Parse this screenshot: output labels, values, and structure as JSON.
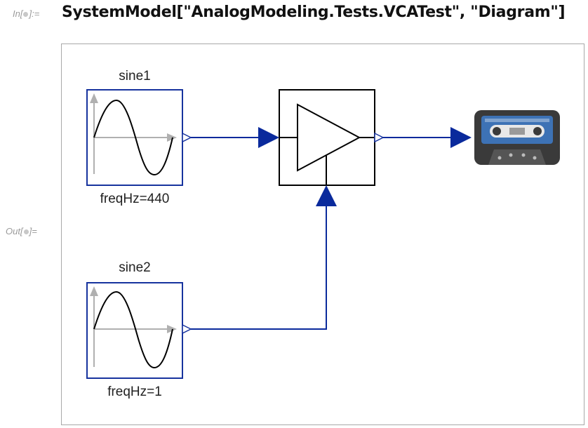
{
  "notebook": {
    "input_label": "In[",
    "input_label_end": "]:=",
    "output_label": "Out[",
    "output_label_end": "]=",
    "input_code": "SystemModel[\"AnalogModeling.Tests.VCATest\", \"Diagram\"]"
  },
  "diagram": {
    "blocks": {
      "sine1": {
        "name": "sine1",
        "param": "freqHz=440"
      },
      "sine2": {
        "name": "sine2",
        "param": "freqHz=1"
      },
      "vca": {
        "icon": "amplifier-triangle-icon"
      },
      "output": {
        "icon": "cassette-tape-icon"
      }
    },
    "colors": {
      "connection": "#0a2a9c",
      "block_border_sine": "#17339e",
      "block_border_vca": "#000000",
      "axis": "#b0b0b0",
      "cassette_body": "#3a3a3a",
      "cassette_label": "#3d72b5"
    }
  }
}
